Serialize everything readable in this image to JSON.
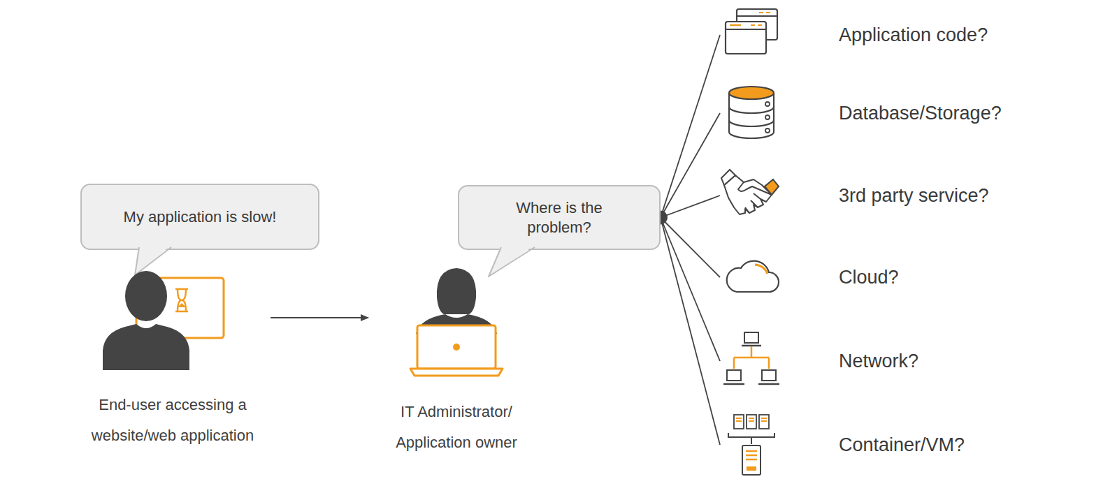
{
  "diagram": {
    "nodes": [
      {
        "text": [
          "My application is slow!"
        ]
      },
      {
        "text": [
          "End-user accessing a website/web application"
        ]
      },
      {
        "text": [
          "Where is the problem?"
        ]
      },
      {
        "text": [
          "IT Administrator/ Application owner"
        ]
      },
      {
        "text": [
          "Application code?"
        ]
      },
      {
        "text": [
          "Database/Storage?"
        ]
      },
      {
        "text": [
          "3rd party service?"
        ]
      },
      {
        "text": [
          "Cloud?"
        ]
      },
      {
        "text": [
          "Network?"
        ]
      },
      {
        "text": [
          "Container/VM?"
        ]
      }
    ],
    "edges": [
      {
        "from": 1,
        "to": 3,
        "arrow": "to"
      },
      {
        "from": 2,
        "to": 4,
        "arrow": "none"
      },
      {
        "from": 2,
        "to": 5,
        "arrow": "none"
      },
      {
        "from": 2,
        "to": 6,
        "arrow": "none"
      },
      {
        "from": 2,
        "to": 7,
        "arrow": "none"
      },
      {
        "from": 2,
        "to": 8,
        "arrow": "none"
      },
      {
        "from": 2,
        "to": 9,
        "arrow": "none"
      }
    ]
  }
}
